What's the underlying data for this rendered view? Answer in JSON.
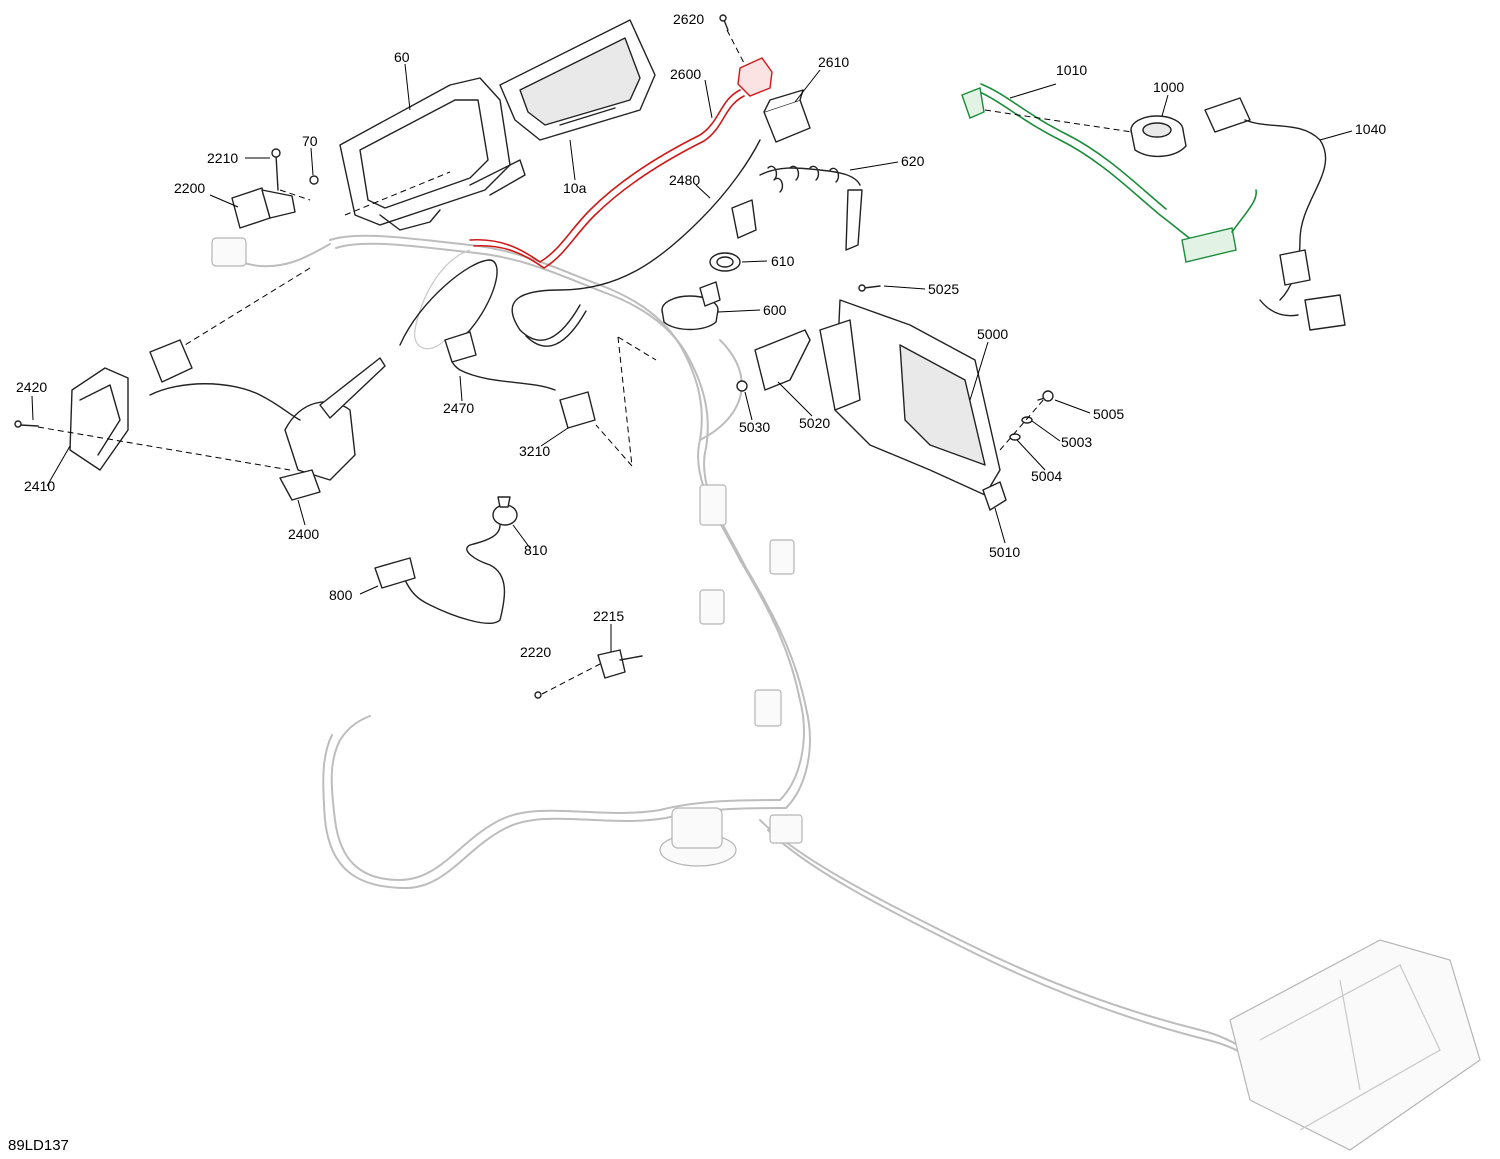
{
  "drawing_code": "89LD137",
  "colors": {
    "highlight_red": "#d01818",
    "highlight_green": "#1a8c3a",
    "ghost_gray": "#bdbdbd",
    "line_black": "#000000"
  },
  "callouts": [
    {
      "id": "60"
    },
    {
      "id": "70"
    },
    {
      "id": "10a"
    },
    {
      "id": "2620"
    },
    {
      "id": "2600"
    },
    {
      "id": "2610"
    },
    {
      "id": "1010"
    },
    {
      "id": "1000"
    },
    {
      "id": "1040"
    },
    {
      "id": "2210"
    },
    {
      "id": "2200"
    },
    {
      "id": "620"
    },
    {
      "id": "2480"
    },
    {
      "id": "610"
    },
    {
      "id": "600"
    },
    {
      "id": "5025"
    },
    {
      "id": "5000"
    },
    {
      "id": "2420"
    },
    {
      "id": "2410"
    },
    {
      "id": "2470"
    },
    {
      "id": "3210"
    },
    {
      "id": "5030"
    },
    {
      "id": "5020"
    },
    {
      "id": "5005"
    },
    {
      "id": "5003"
    },
    {
      "id": "5004"
    },
    {
      "id": "5010"
    },
    {
      "id": "2400"
    },
    {
      "id": "810"
    },
    {
      "id": "800"
    },
    {
      "id": "2215"
    },
    {
      "id": "2220"
    }
  ]
}
